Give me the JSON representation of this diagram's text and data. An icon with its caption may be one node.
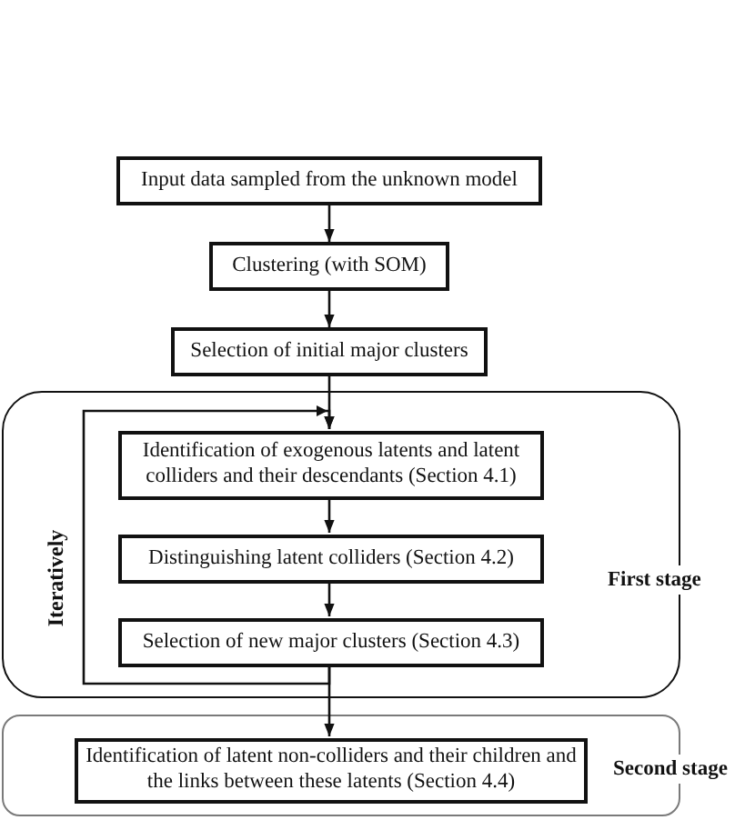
{
  "diagram": {
    "nodes": [
      {
        "text": [
          "Input data sampled from the unknown model"
        ]
      },
      {
        "text": [
          "Clustering (with SOM)"
        ]
      },
      {
        "text": [
          "Selection of initial major clusters"
        ]
      },
      {
        "text": [
          "First stage"
        ]
      },
      {
        "text": [
          "Identification of exogenous latents and latent colliders and their descendants (Section 4.1)"
        ],
        "in": 3
      },
      {
        "text": [
          "Distinguishing latent colliders (Section 4.2)"
        ],
        "in": 3
      },
      {
        "text": [
          "Selection of new major clusters (Section 4.3)"
        ],
        "in": 3
      },
      {
        "text": [
          "Second stage"
        ]
      },
      {
        "text": [
          "Identification of latent non-colliders and their children and the links between these latents (Section 4.4)"
        ],
        "in": 7
      }
    ],
    "edges": [
      {
        "from": 0,
        "to": 1,
        "arrow": "to"
      },
      {
        "from": 1,
        "to": 2,
        "arrow": "to"
      },
      {
        "from": 2,
        "to": 4,
        "arrow": "to"
      },
      {
        "from": 4,
        "to": 5,
        "arrow": "to"
      },
      {
        "from": 5,
        "to": 6,
        "arrow": "to"
      },
      {
        "from": 6,
        "to": 4,
        "arrow": "to",
        "label": "Iteratively"
      },
      {
        "from": 6,
        "to": 8,
        "arrow": "to"
      }
    ]
  }
}
